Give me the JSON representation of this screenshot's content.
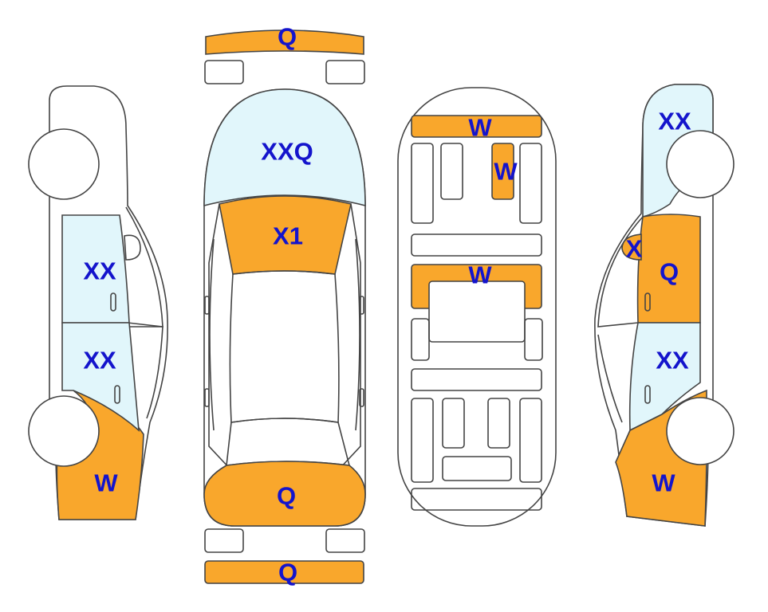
{
  "colors": {
    "outline": "#444444",
    "paint_damage": "#F9A72C",
    "glass": "#E1F6FB",
    "label": "#1414CC",
    "background": "#FFFFFF"
  },
  "labels": {
    "front_bumper": "Q",
    "windshield": "XXQ",
    "hood": "X1",
    "trunk": "Q",
    "rear_bumper": "Q",
    "underbody_front": "W",
    "underbody_front_right": "W",
    "underbody_middle": "W",
    "left_front_door": "XX",
    "left_rear_door": "XX",
    "left_rear_quarter": "W",
    "right_front_fender": "XX",
    "right_mirror": "X",
    "right_front_door": "Q",
    "right_rear_door": "XX",
    "right_rear_quarter": "W"
  }
}
